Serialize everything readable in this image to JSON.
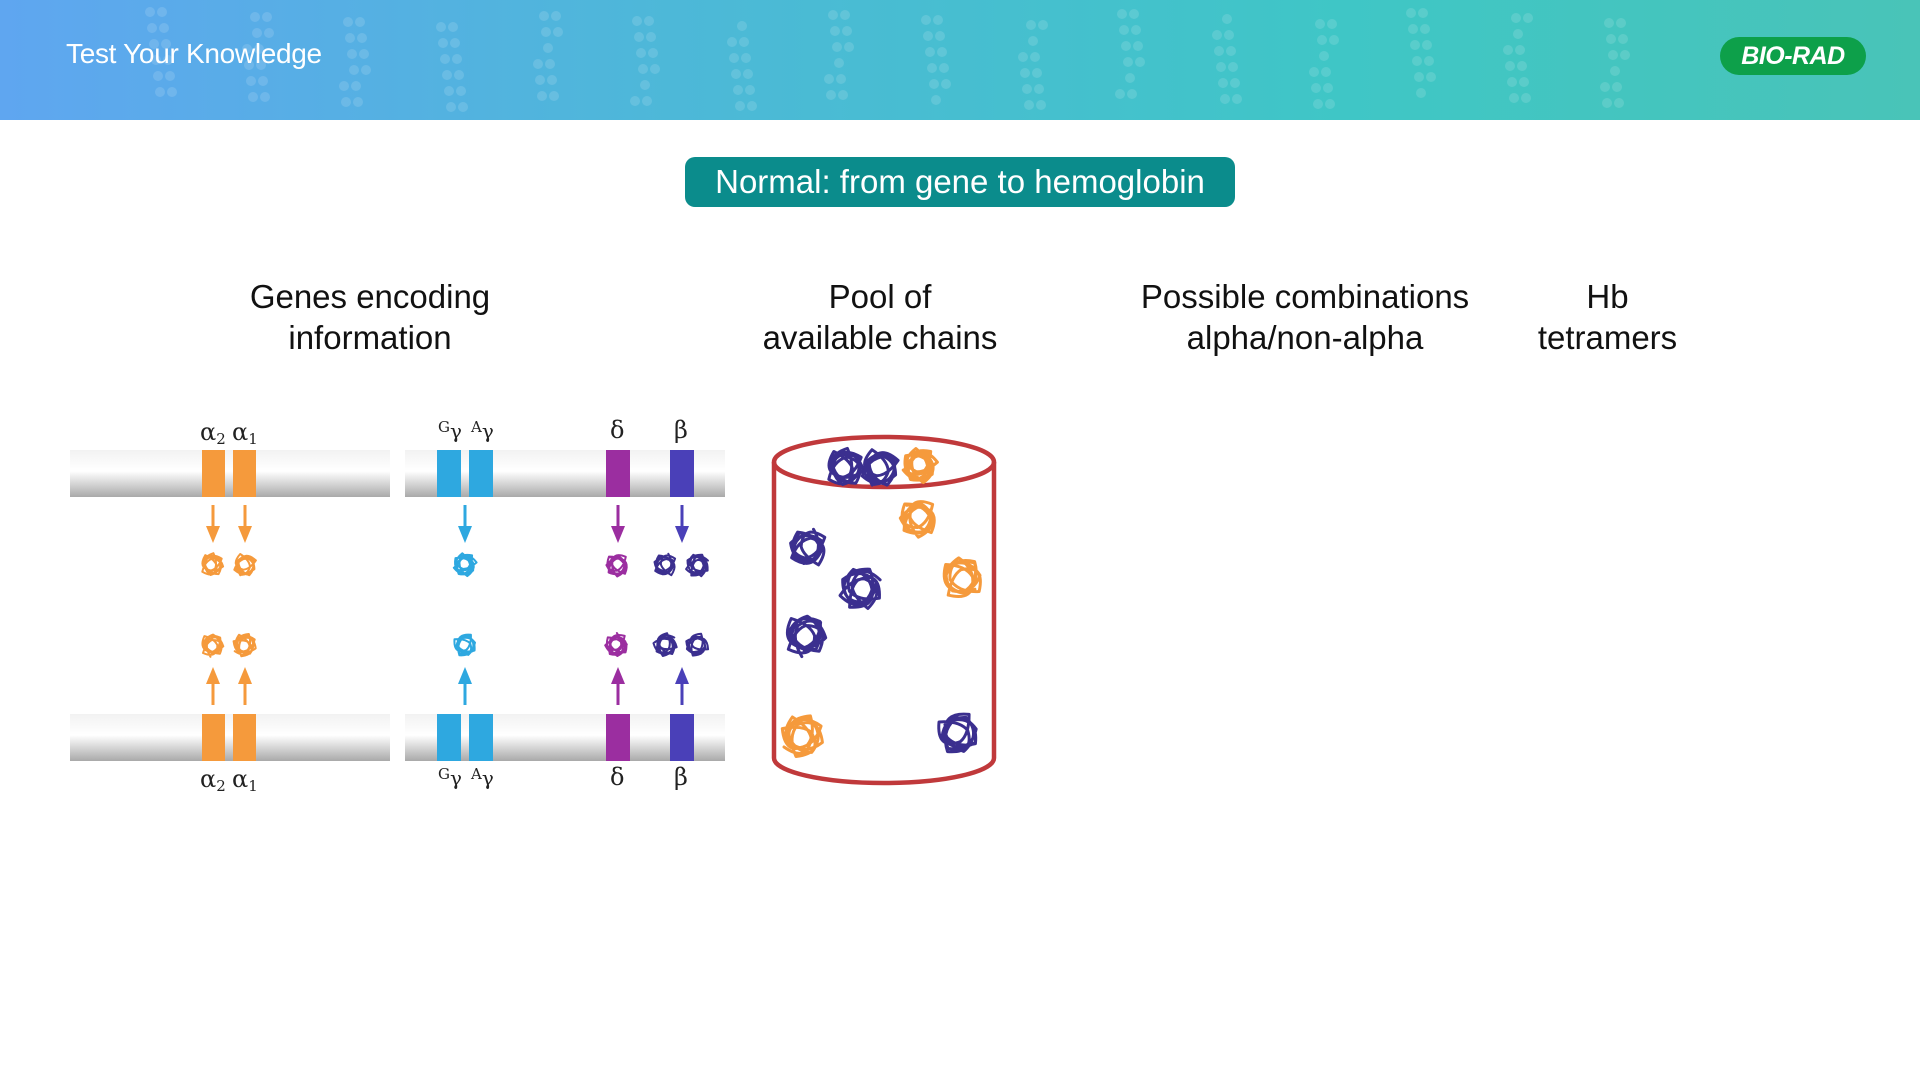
{
  "header": {
    "title": "Test Your Knowledge",
    "logo": "BIO-RAD"
  },
  "badge": "Normal: from gene to hemoglobin",
  "columns": [
    {
      "line1": "Genes encoding",
      "line2": "information"
    },
    {
      "line1": "Pool of",
      "line2": "available chains"
    },
    {
      "line1": "Possible combinations",
      "line2": "alpha/non-alpha"
    },
    {
      "line1": "Hb",
      "line2": "tetramers"
    }
  ],
  "genes": {
    "alpha2": "α",
    "alpha2_sub": "2",
    "alpha1": "α",
    "alpha1_sub": "1",
    "g_gamma_sup": "G",
    "g_gamma": "γ",
    "a_gamma_sup": "A",
    "a_gamma": "γ",
    "delta": "δ",
    "beta": "β"
  },
  "colors": {
    "alpha": "#f59a3c",
    "gamma": "#2ea8e0",
    "delta": "#9b2ea0",
    "beta": "#4a40b8",
    "beta_chain": "#3b2f8f",
    "cylinder": "#c0393b",
    "badge": "#0b8c8c",
    "logo": "#0da04a"
  }
}
